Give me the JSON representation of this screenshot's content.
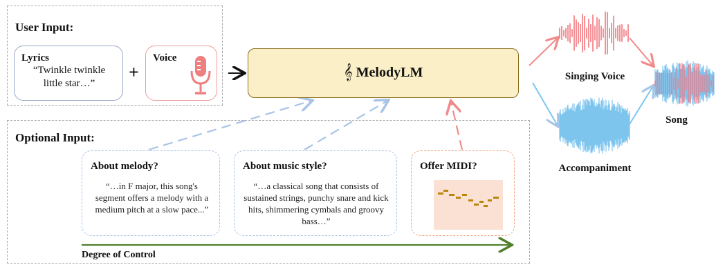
{
  "user_input": {
    "title": "User Input:",
    "lyrics_title": "Lyrics",
    "lyrics_text": "“Twinkle twinkle little star…”",
    "plus": "+",
    "voice_title": "Voice"
  },
  "model": {
    "name": "MelodyLM",
    "icon": "treble-clef-icon"
  },
  "optional_input": {
    "title": "Optional Input:",
    "melody_title": "About melody?",
    "melody_text": "“…in F major, this song's segment offers a melody with a medium pitch at a slow pace...”",
    "style_title": "About music style?",
    "style_text": "“…a classical song that consists of sustained strings, punchy snare and kick hits, shimmering cymbals and groovy bass…”",
    "midi_title": "Offer MIDI?",
    "control_label": "Degree of Control"
  },
  "outputs": {
    "singing_voice": "Singing Voice",
    "accompaniment": "Accompaniment",
    "song": "Song"
  },
  "colors": {
    "model_fill": "#fbefc8",
    "model_border": "#8a6d1f",
    "lyrics_border": "#9aa7c6",
    "voice_border": "#f29a9a",
    "mic": "#ee7f7f",
    "blue_arrow": "#a8c4e6",
    "red_arrow": "#f08a8a",
    "waveform_red": "#f2777f",
    "waveform_blue": "#7ec5ee",
    "midi_bg": "#fbe1d3",
    "midi_notes": "#b8860b",
    "control_arrow": "#4f7f2a",
    "melody_border": "#a9c3e6",
    "midi_border": "#f0a884"
  }
}
